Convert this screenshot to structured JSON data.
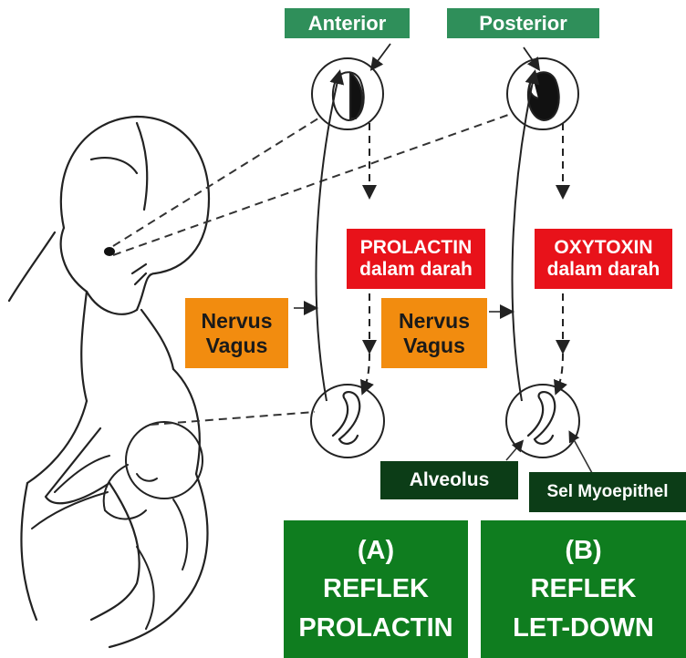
{
  "labels": {
    "anterior": "Anterior",
    "posterior": "Posterior",
    "prolactin_blood": "PROLACTIN\ndalam darah",
    "oxytoxin_blood": "OXYTOXIN\ndalam darah",
    "nervus_vagus_left": "Nervus\nVagus",
    "nervus_vagus_right": "Nervus\nVagus",
    "alveolus": "Alveolus",
    "myoepithel": "Sel Myoepithel"
  },
  "panels": {
    "a": {
      "letter": "(A)",
      "line1": "REFLEK",
      "line2": "PROLACTIN"
    },
    "b": {
      "letter": "(B)",
      "line1": "REFLEK",
      "line2": "LET-DOWN"
    }
  },
  "colors": {
    "header_green": "#2f8f5a",
    "hormone_red": "#e8121a",
    "nerve_orange": "#f28c0f",
    "cell_dark_green": "#0c3d17",
    "panel_green": "#0f7d1f"
  }
}
